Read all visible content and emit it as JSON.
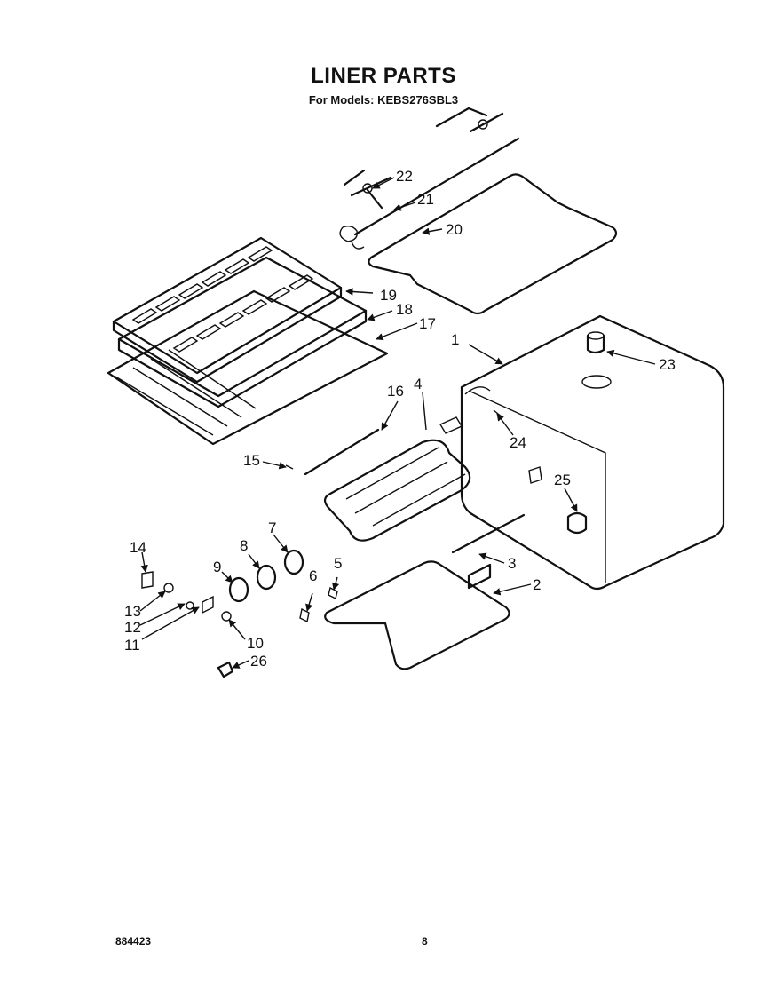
{
  "header": {
    "title": "LINER PARTS",
    "subtitle": "For Models: KEBS276SBL3"
  },
  "callouts": [
    "1",
    "2",
    "3",
    "4",
    "5",
    "6",
    "7",
    "8",
    "9",
    "10",
    "11",
    "12",
    "13",
    "14",
    "15",
    "16",
    "17",
    "18",
    "19",
    "20",
    "21",
    "22",
    "23",
    "24",
    "25",
    "26"
  ],
  "footer": {
    "code": "884423",
    "page": "8"
  }
}
